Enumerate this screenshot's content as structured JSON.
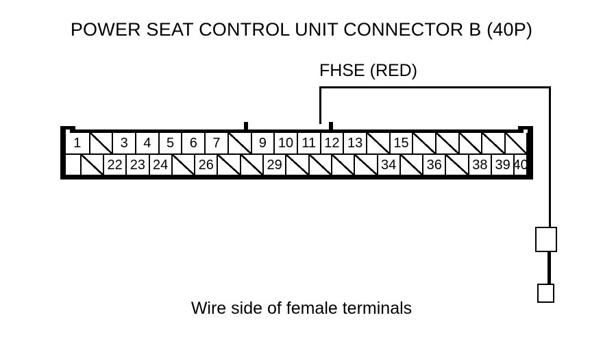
{
  "title": "POWER SEAT CONTROL UNIT CONNECTOR B (40P)",
  "caption": "Wire side of female terminals",
  "callout": {
    "label": "FHSE (RED)",
    "points_to_pin": "12"
  },
  "connector": {
    "name": "CONNECTOR B",
    "pin_count": "40P",
    "rows": {
      "top": [
        {
          "label": "1",
          "slash": false
        },
        {
          "label": "",
          "slash": true
        },
        {
          "label": "3",
          "slash": false
        },
        {
          "label": "4",
          "slash": false
        },
        {
          "label": "5",
          "slash": false
        },
        {
          "label": "6",
          "slash": false
        },
        {
          "label": "7",
          "slash": false
        },
        {
          "label": "",
          "slash": true
        },
        {
          "label": "9",
          "slash": false
        },
        {
          "label": "10",
          "slash": false
        },
        {
          "label": "11",
          "slash": false
        },
        {
          "label": "12",
          "slash": false
        },
        {
          "label": "13",
          "slash": false
        },
        {
          "label": "",
          "slash": true
        },
        {
          "label": "15",
          "slash": false
        },
        {
          "label": "",
          "slash": true
        },
        {
          "label": "",
          "slash": true
        },
        {
          "label": "",
          "slash": true
        },
        {
          "label": "",
          "slash": true
        },
        {
          "label": "",
          "slash": true
        }
      ],
      "bottom": [
        {
          "label": "",
          "slash": false,
          "half": true
        },
        {
          "label": "",
          "slash": true
        },
        {
          "label": "22",
          "slash": false
        },
        {
          "label": "23",
          "slash": false
        },
        {
          "label": "24",
          "slash": false
        },
        {
          "label": "",
          "slash": true
        },
        {
          "label": "26",
          "slash": false
        },
        {
          "label": "",
          "slash": true
        },
        {
          "label": "",
          "slash": true
        },
        {
          "label": "29",
          "slash": false
        },
        {
          "label": "",
          "slash": true
        },
        {
          "label": "",
          "slash": true
        },
        {
          "label": "",
          "slash": true
        },
        {
          "label": "",
          "slash": true
        },
        {
          "label": "34",
          "slash": false
        },
        {
          "label": "",
          "slash": true
        },
        {
          "label": "36",
          "slash": false
        },
        {
          "label": "",
          "slash": true
        },
        {
          "label": "38",
          "slash": false
        },
        {
          "label": "39",
          "slash": false
        },
        {
          "label": "40",
          "slash": false,
          "half": true
        }
      ]
    }
  },
  "colors": {
    "ink": "#000000",
    "paper": "#ffffff"
  }
}
